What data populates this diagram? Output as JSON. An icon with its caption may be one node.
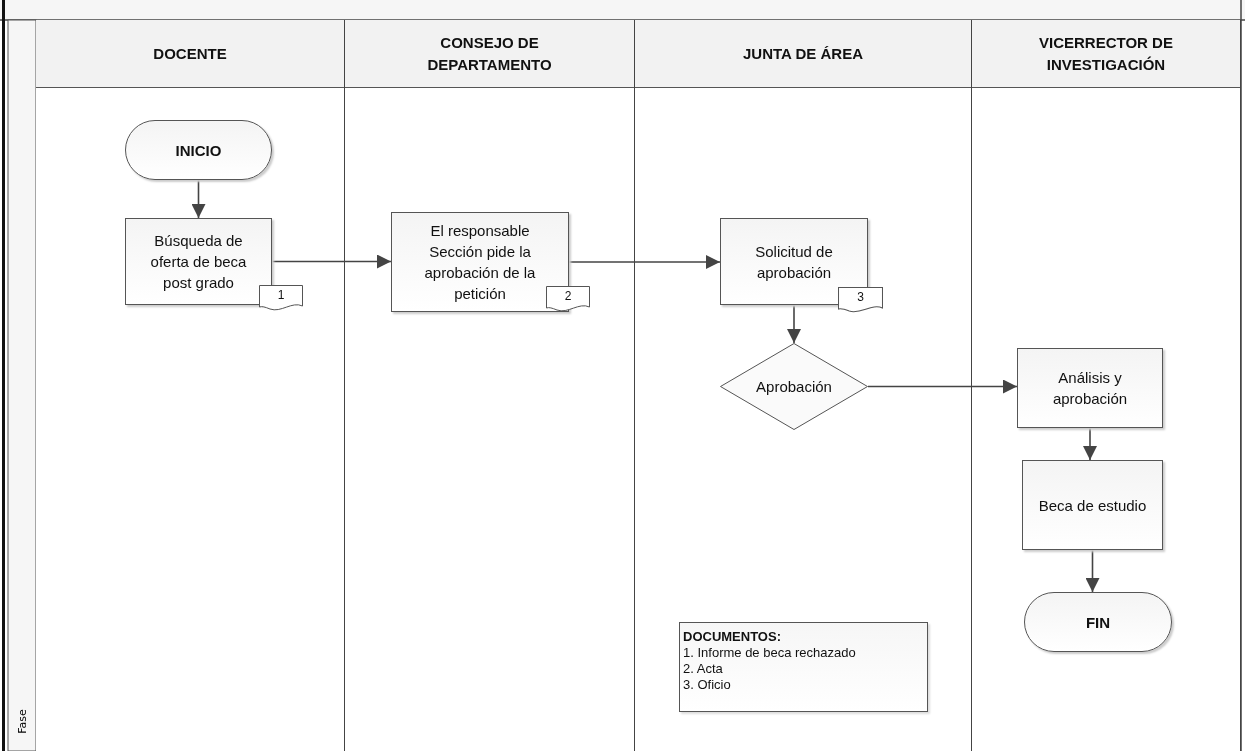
{
  "diagram": {
    "nodes": [
      {
        "text": [
          "DOCENTE"
        ]
      },
      {
        "text": [
          "CONSEJO DE DEPARTAMENTO"
        ]
      },
      {
        "text": [
          "JUNTA DE ÁREA"
        ]
      },
      {
        "text": [
          "VICERRECTOR DE INVESTIGACIÓN"
        ]
      },
      {
        "text": [
          "INICIO"
        ],
        "in": 0
      },
      {
        "text": [
          "Búsqueda de oferta de beca post grado"
        ],
        "in": 0
      },
      {
        "text": [
          "1"
        ],
        "in": 0
      },
      {
        "text": [
          "El responsable Sección pide la aprobación de la petición"
        ],
        "in": 1
      },
      {
        "text": [
          "2"
        ],
        "in": 1
      },
      {
        "text": [
          "Solicitud de aprobación"
        ],
        "in": 2
      },
      {
        "text": [
          "3"
        ],
        "in": 2
      },
      {
        "text": [
          "Aprobación"
        ],
        "in": 2
      },
      {
        "text": [
          "Análisis y aprobación"
        ],
        "in": 3
      },
      {
        "text": [
          "Beca de estudio"
        ],
        "in": 3
      },
      {
        "text": [
          "FIN"
        ],
        "in": 3
      },
      {
        "text": [
          "DOCUMENTOS:",
          "1. Informe de beca rechazado",
          "2. Acta",
          "3. Oficio"
        ],
        "in": 2
      }
    ],
    "edges": [
      {
        "from": 4,
        "to": 5,
        "arrow": "to"
      },
      {
        "from": 5,
        "to": 7,
        "arrow": "to"
      },
      {
        "from": 7,
        "to": 9,
        "arrow": "to"
      },
      {
        "from": 9,
        "to": 11,
        "arrow": "to"
      },
      {
        "from": 11,
        "to": 12,
        "arrow": "to"
      },
      {
        "from": 12,
        "to": 13,
        "arrow": "to"
      },
      {
        "from": 13,
        "to": 14,
        "arrow": "to"
      }
    ],
    "labels": [
      "Fase"
    ]
  }
}
